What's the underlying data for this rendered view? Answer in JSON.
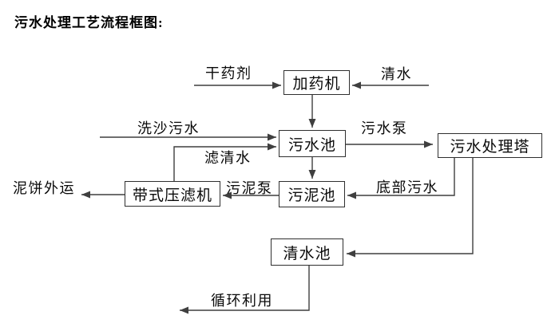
{
  "title": "污水处理工艺流程框图:",
  "diagram": {
    "nodes": {
      "dosing_machine": "加药机",
      "sewage_pool": "污水池",
      "treatment_tower": "污水处理塔",
      "belt_filter_press": "带式压滤机",
      "sludge_pool": "污泥池",
      "clean_water_pool": "清水池"
    },
    "flow_labels": {
      "dry_agent": "干药剂",
      "clean_water": "清水",
      "sand_washing_sewage": "洗沙污水",
      "filtered_water": "滤清水",
      "sewage_pump": "污水泵",
      "bottom_sewage": "底部污水",
      "sludge_pump": "污泥泵",
      "mud_cake_out": "泥饼外运",
      "recycle": "循环利用"
    }
  },
  "colors": {
    "line": "#3f3f3f",
    "ink": "#0a0a0a",
    "border": "#2f2f2f",
    "bg": "#ffffff"
  }
}
